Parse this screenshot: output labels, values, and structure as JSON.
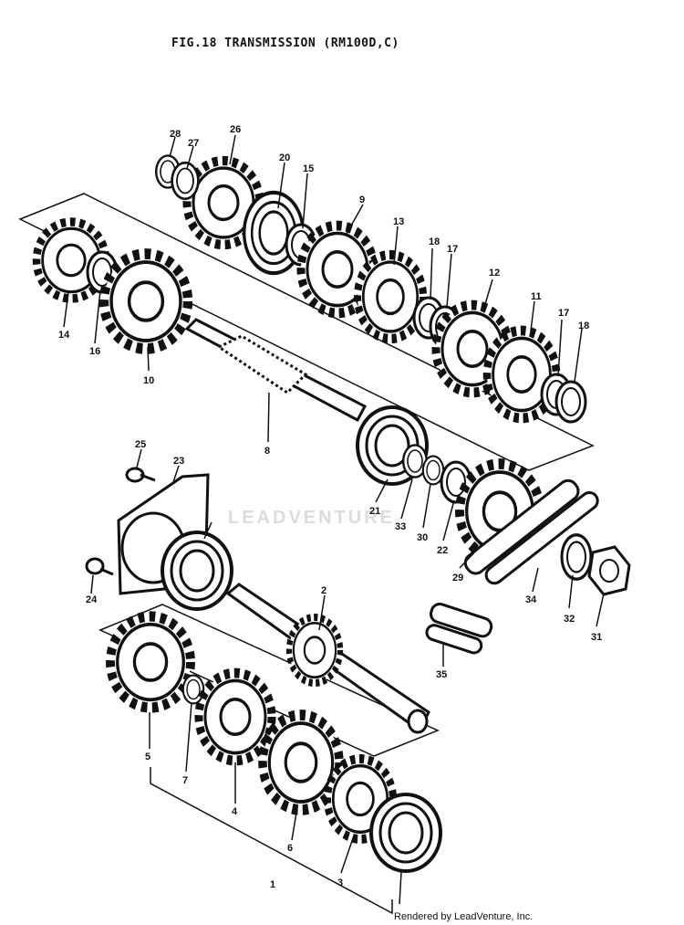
{
  "title": "FIG.18  TRANSMISSION (RM100D,C)",
  "credit": "Rendered by LeadVenture, Inc.",
  "watermark": "LEADVENTURE",
  "colors": {
    "ink": "#111111",
    "paper": "#ffffff",
    "watermark": "#dcdcdc"
  },
  "callouts": [
    "1",
    "2",
    "3",
    "4",
    "5",
    "6",
    "7",
    "8",
    "9",
    "10",
    "11",
    "12",
    "13",
    "14",
    "15",
    "16",
    "17",
    "18",
    "20",
    "21",
    "22",
    "23",
    "24",
    "25",
    "26",
    "27",
    "28",
    "29",
    "30",
    "31",
    "32",
    "33",
    "34",
    "35"
  ]
}
